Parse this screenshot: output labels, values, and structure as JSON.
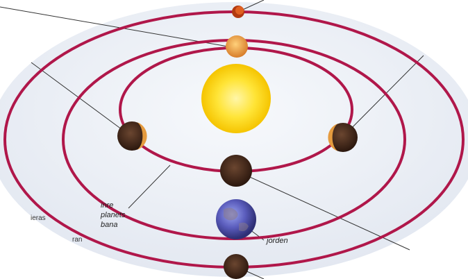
{
  "labels": {
    "inner_planets_path": [
      "inre",
      "planets",
      "bana"
    ],
    "earth": "jorden",
    "cut_left_1": "ieras",
    "cut_left_2": "ran"
  },
  "colors": {
    "background_disc": "#eef1f6",
    "orbit": "#b0174a",
    "leader_line": "#333333",
    "sun": "#ffd81a",
    "planet_dark": "#3c2418",
    "planet_lit": "#e0a24a",
    "earth": "#5b5fb8"
  },
  "icons": {
    "sun": "sun-icon",
    "planet": "planet-icon",
    "earth": "earth-icon"
  }
}
